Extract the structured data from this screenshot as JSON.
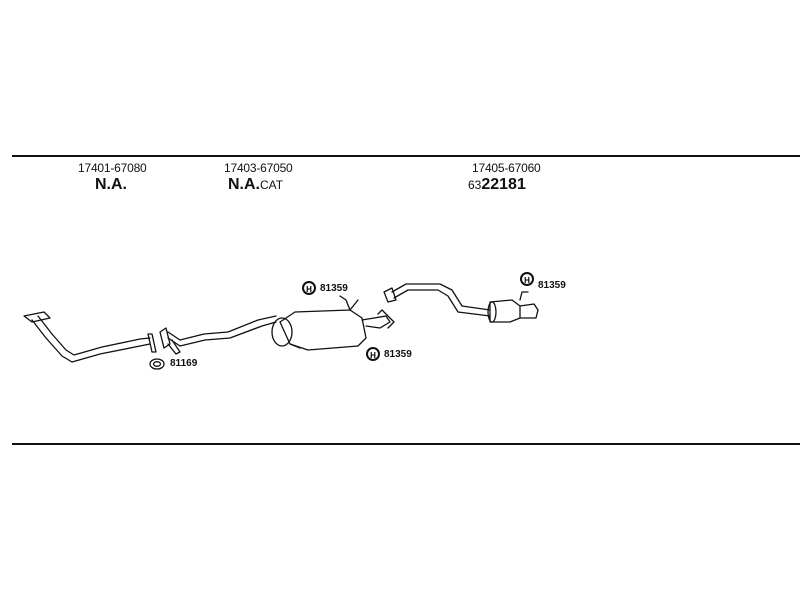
{
  "columns": [
    {
      "part_number": "17401-67080",
      "availability": "N.A.",
      "suffix": ""
    },
    {
      "part_number": "17403-67050",
      "availability": "N.A.",
      "suffix": "CAT"
    },
    {
      "part_number": "17405-67060",
      "prefix": "63",
      "availability": "22181"
    }
  ],
  "callouts": [
    {
      "code": "81169"
    },
    {
      "code": "81359"
    },
    {
      "code": "81359"
    },
    {
      "code": "81359"
    }
  ],
  "badge_letter": "H"
}
